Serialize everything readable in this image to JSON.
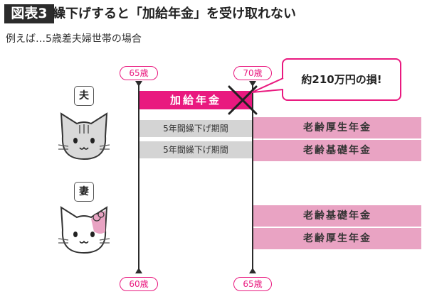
{
  "header": {
    "figure_label": "図表3",
    "title": "繰下げすると「加給年金」を受け取れない",
    "subtitle": "例えば…5歳差夫婦世帯の場合"
  },
  "ages": {
    "top_left": "65歳",
    "top_right": "70歳",
    "bottom_left": "60歳",
    "bottom_right": "65歳"
  },
  "husband": {
    "label": "夫",
    "kakyu_bar": "加給年金",
    "deferral_1": "5年間繰下げ期間",
    "deferral_2": "5年間繰下げ期間",
    "pension_1": "老齢厚生年金",
    "pension_2": "老齢基礎年金"
  },
  "wife": {
    "label": "妻",
    "pension_1": "老齢基礎年金",
    "pension_2": "老齢厚生年金"
  },
  "loss_callout": "約210万円の損!",
  "colors": {
    "accent_pink": "#e9197f",
    "light_pink": "#e9a3c3",
    "gray_bar": "#d4d4d4",
    "header_dark": "#2b2b2b"
  }
}
